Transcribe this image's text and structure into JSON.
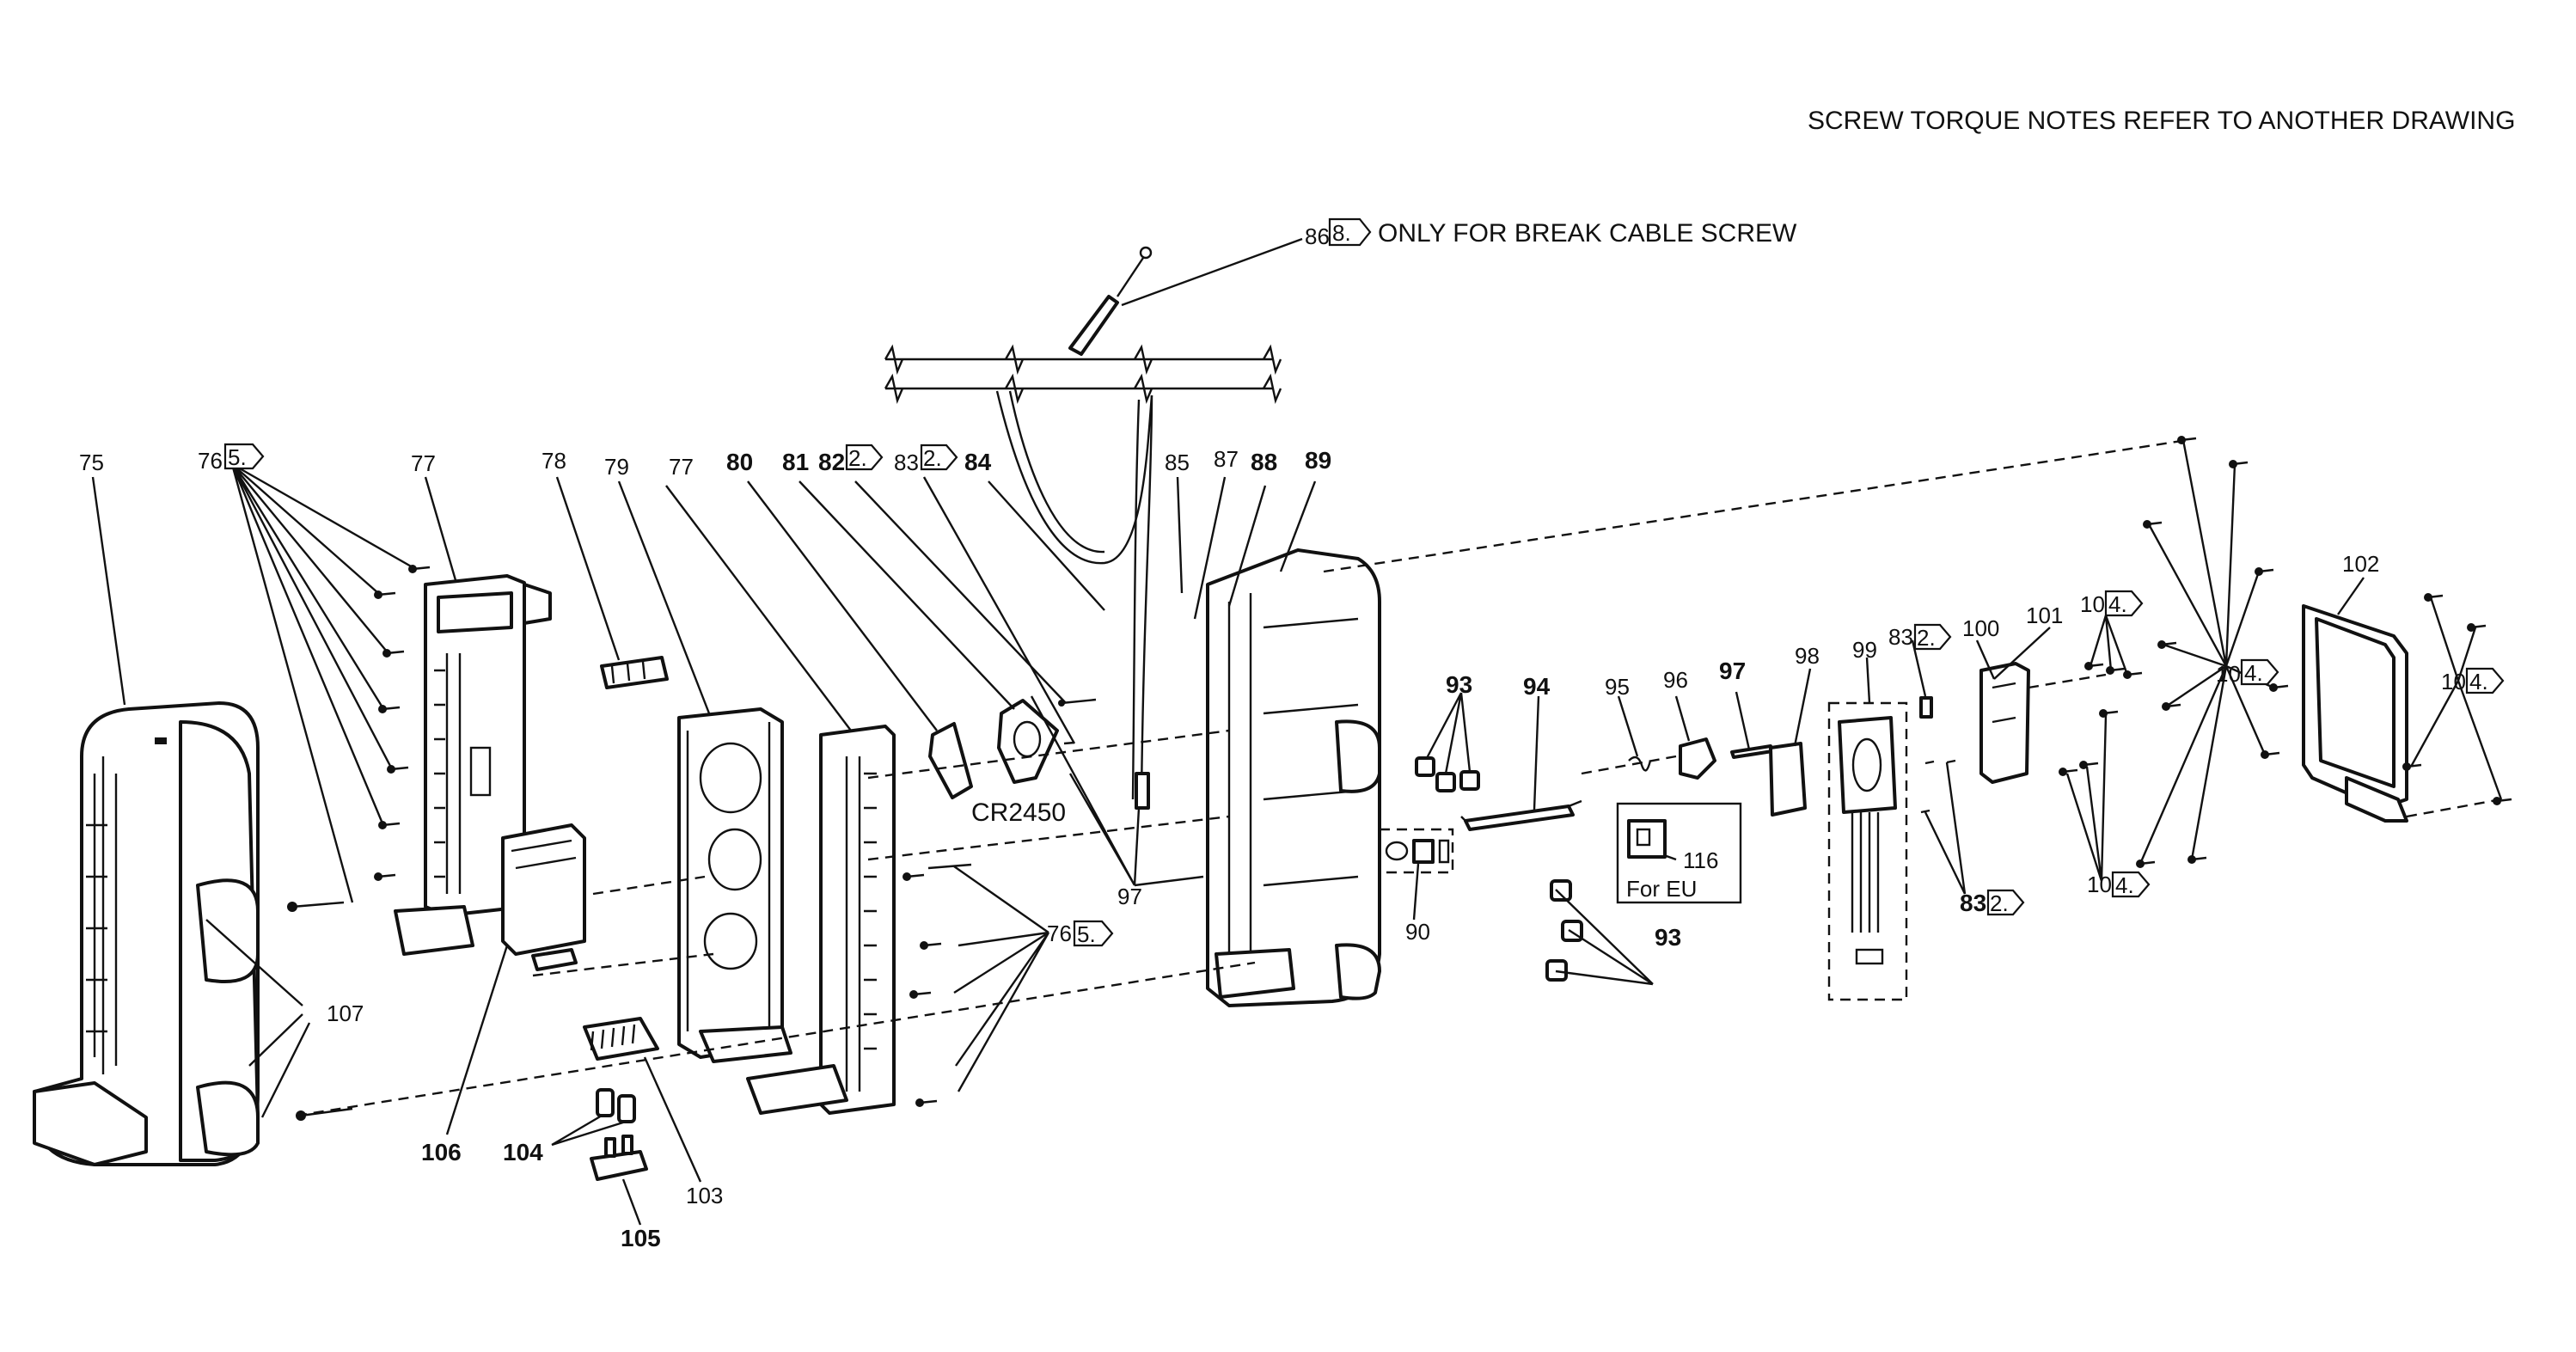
{
  "notes": {
    "torque": "SCREW TORQUE NOTES REFER TO ANOTHER DRAWING",
    "break_cable": "ONLY FOR BREAK CABLE SCREW",
    "cr": "CR2450",
    "for_eu": "For EU"
  },
  "labels": {
    "l75": "75",
    "l76a": "76",
    "l77a": "77",
    "l78": "78",
    "l79": "79",
    "l77b": "77",
    "l80": "80",
    "l81": "81",
    "l82": "82",
    "l83a": "83",
    "l84": "84",
    "l85": "85",
    "l86": "86",
    "l87": "87",
    "l88": "88",
    "l89": "89",
    "l93a": "93",
    "l94": "94",
    "l95": "95",
    "l96": "96",
    "l97a": "97",
    "l98": "98",
    "l99": "99",
    "l83b": "83",
    "l100": "100",
    "l101": "101",
    "l104a": "10",
    "l102": "102",
    "l104b": "10",
    "l104c": "10",
    "l104d": "10",
    "l83c": "83",
    "l116": "116",
    "l93b": "93",
    "l90": "90",
    "l97b": "97",
    "l76b": "76",
    "l107": "107",
    "l106": "106",
    "l104e": "104",
    "l103": "103",
    "l105": "105"
  },
  "tags": {
    "t76a": "5.",
    "t82": "2.",
    "t83a": "2.",
    "t86": "8.",
    "t83b": "2.",
    "t104a": "4.",
    "t104b": "4.",
    "t104c": "4.",
    "t104d": "4.",
    "t83c": "2.",
    "t76b": "5."
  }
}
